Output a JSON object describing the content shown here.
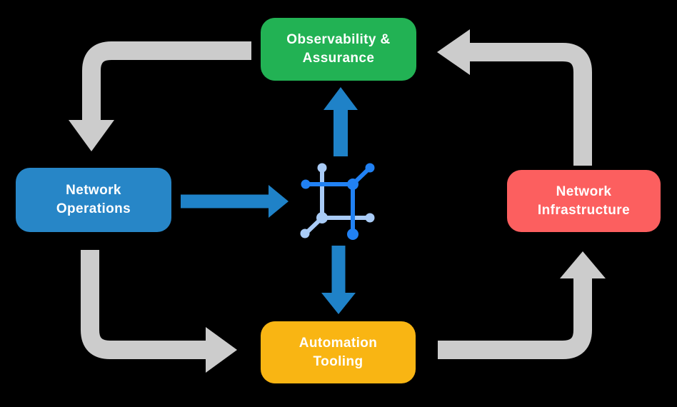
{
  "diagram": {
    "background": "#000000",
    "colors": {
      "arrow_gray": "#cccccc",
      "arrow_blue": "#1f82c8",
      "icon_dark_blue": "#2181f3",
      "icon_light_blue": "#a9cbf6",
      "text": "#ffffff"
    },
    "nodes": [
      {
        "id": "observability-assurance",
        "label": "Observability &\nAssurance",
        "color": "#22b254"
      },
      {
        "id": "network-operations",
        "label": "Network\nOperations",
        "color": "#2786c7"
      },
      {
        "id": "network-infrastructure",
        "label": "Network\nInfrastructure",
        "color": "#fc5f5f"
      },
      {
        "id": "automation-tooling",
        "label": "Automation\nTooling",
        "color": "#f9b513"
      }
    ],
    "arrows": [
      {
        "id": "observability-to-operations",
        "style": "gray-elbow",
        "from": "Observability & Assurance",
        "to": "Network Operations"
      },
      {
        "id": "infrastructure-to-observability",
        "style": "gray-elbow",
        "from": "Network Infrastructure",
        "to": "Observability & Assurance"
      },
      {
        "id": "operations-to-tooling",
        "style": "gray-elbow",
        "from": "Network Operations",
        "to": "Automation Tooling"
      },
      {
        "id": "tooling-to-infrastructure",
        "style": "gray-elbow",
        "from": "Automation Tooling",
        "to": "Network Infrastructure"
      },
      {
        "id": "operations-to-center",
        "style": "blue-straight",
        "from": "Network Operations",
        "to": "center icon"
      },
      {
        "id": "center-to-observability",
        "style": "blue-straight",
        "from": "center icon",
        "to": "Observability & Assurance"
      },
      {
        "id": "center-to-tooling",
        "style": "blue-straight",
        "from": "center icon",
        "to": "Automation Tooling"
      }
    ],
    "center_icon": {
      "name": "network-mesh-icon"
    }
  }
}
